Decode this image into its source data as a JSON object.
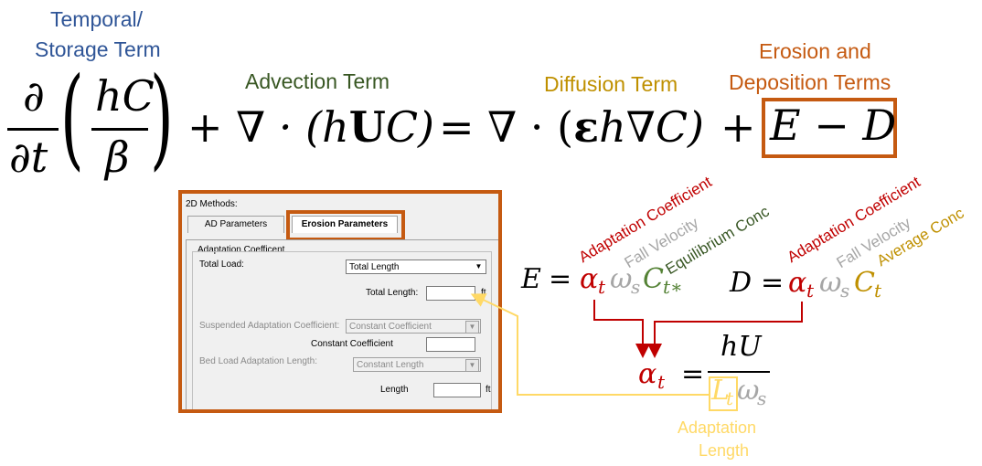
{
  "colors": {
    "temporal": "#2f5597",
    "advection": "#385723",
    "diffusion": "#bf9000",
    "erosion": "#c55a11",
    "adaptation": "#c00000",
    "fall": "#a6a6a6",
    "equilibrium": "#375623",
    "average": "#bf9000",
    "adaptation_length": "#ffd966"
  },
  "labels": {
    "temporal_line1": "Temporal/",
    "temporal_line2": "Storage Term",
    "advection": "Advection Term",
    "diffusion": "Diffusion Term",
    "erosion_line1": "Erosion and",
    "erosion_line2": "Deposition Terms",
    "adaptation_coef": "Adaptation Coefficient",
    "fall_velocity": "Fall Velocity",
    "equilibrium_conc": "Equilibrium Conc",
    "average_conc": "Average Conc",
    "adaptation_length_1": "Adaptation",
    "adaptation_length_2": "Length"
  },
  "equation": {
    "d": "∂",
    "dt": "∂t",
    "hC": "hC",
    "beta": "β",
    "plus1": "+ ∇ · (h",
    "U": "U",
    "C1": "C)",
    "eq": "= ∇ · (",
    "eps": "ε",
    "hgradC": "h∇C)",
    "plus2": "+",
    "E_minus_D": "E − D"
  },
  "dialog": {
    "title": "2D Methods:",
    "tabs": [
      "AD Parameters",
      "Erosion Parameters"
    ],
    "group_title": "Adaptation Coefficent",
    "total_load_label": "Total Load:",
    "total_load_value": "Total Length",
    "total_length_label": "Total Length:",
    "unit_ft": "ft",
    "susp_label": "Suspended Adaptation Coefficient:",
    "susp_value": "Constant Coefficient",
    "const_coef_label": "Constant Coefficient",
    "bed_label": "Bed Load Adaptation Length:",
    "bed_value": "Constant Length",
    "length_label": "Length"
  },
  "formulas": {
    "E": "E",
    "D": "D",
    "equals": "=",
    "alpha": "α",
    "t": "t",
    "omega": "ω",
    "s": "s",
    "C": "C",
    "tstar": "t∗",
    "h": "hU",
    "Lt": "L",
    "Lt_sub": "t"
  }
}
